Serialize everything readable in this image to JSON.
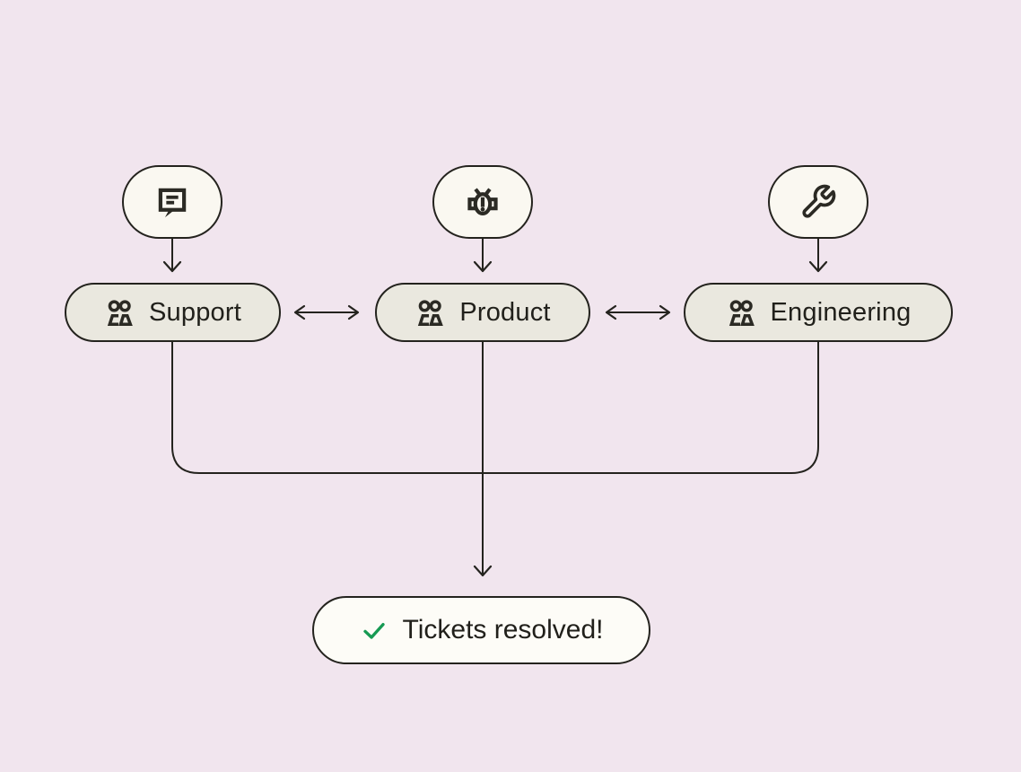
{
  "colors": {
    "background": "#f1e5ee",
    "stroke": "#24231e",
    "team_fill": "#eae8df",
    "badge_fill": "#faf8f1",
    "result_fill": "#fdfcf7",
    "text": "#21201b",
    "check_green": "#169a53"
  },
  "badges": [
    {
      "icon": "message-square-icon"
    },
    {
      "icon": "bug-icon"
    },
    {
      "icon": "wrench-icon"
    }
  ],
  "teams": [
    {
      "label": "Support",
      "icon": "users-icon"
    },
    {
      "label": "Product",
      "icon": "users-icon"
    },
    {
      "label": "Engineering",
      "icon": "users-icon"
    }
  ],
  "result": {
    "label": "Tickets resolved!",
    "icon": "check-icon"
  }
}
